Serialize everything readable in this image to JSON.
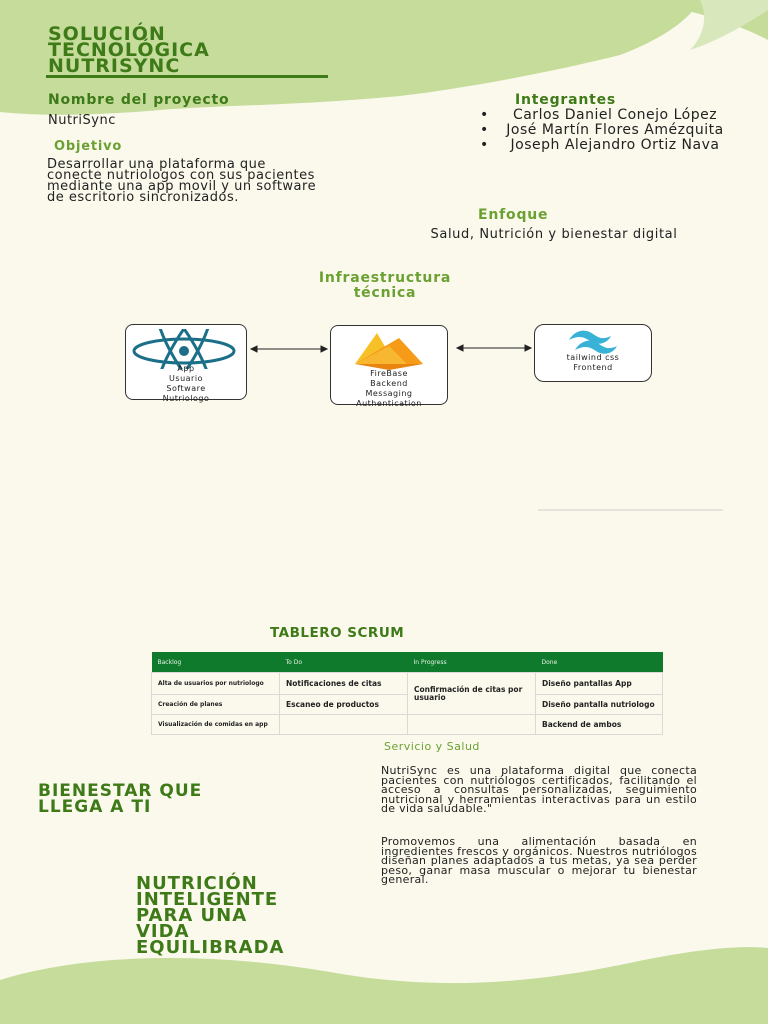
{
  "header": {
    "title_lines": [
      "SOLUCIÓN",
      "TECNOLÓGICA",
      "NUTRISYNC"
    ]
  },
  "project": {
    "heading": "Nombre del proyecto",
    "name": "NutriSync",
    "objective_heading": "Objetivo",
    "objective_text": "Desarrollar una plataforma que conecte nutriologos con sus pacientes mediante una app movil y un software de escritorio sincronizados."
  },
  "team": {
    "heading": "Integrantes",
    "members": [
      "Carlos Daniel Conejo López",
      "José Martín Flores Amézquita",
      "Joseph Alejandro Ortiz Nava"
    ]
  },
  "focus": {
    "heading": "Enfoque",
    "text": "Salud, Nutrición y bienestar digital"
  },
  "infra": {
    "heading_lines": [
      "Infraestructura",
      "técnica"
    ],
    "nodes": [
      {
        "icon": "react-icon",
        "lines": [
          "App",
          "Usuario",
          "Software",
          "Nutriologo"
        ]
      },
      {
        "icon": "firebase-icon",
        "lines": [
          "FireBase",
          "Backend",
          "Messaging",
          "Authentication"
        ]
      },
      {
        "icon": "tailwind-icon",
        "lines": [
          "tailwind css",
          "Frontend"
        ]
      }
    ]
  },
  "scrum": {
    "heading": "TABLERO SCRUM",
    "columns": [
      "Backlog",
      "To Do",
      "In Progress",
      "Done"
    ],
    "backlog": [
      "Alta de usuarios por nutriologo",
      "Creación de planes",
      "Visualización de comidas en app"
    ],
    "todo": [
      "Notificaciones de citas",
      "Escaneo de productos"
    ],
    "in_progress": [
      "Confirmación de citas por usuario"
    ],
    "done": [
      "Diseño pantallas App",
      "Diseño pantalla nutriologo",
      "Backend de ambos"
    ]
  },
  "service": {
    "heading": "Servicio y Salud",
    "paragraph1": "NutriSync es una plataforma digital que conecta pacientes con nutriólogos certificados, facilitando el acceso a consultas personalizadas, seguimiento nutricional y herramientas interactivas para un estilo de vida saludable.\"",
    "paragraph2": "Promovemos una alimentación basada en ingredientes frescos y orgánicos. Nuestros nutriólogos diseñan planes adaptados a tus metas, ya sea perder peso, ganar masa muscular o mejorar tu bienestar general."
  },
  "slogans": {
    "slogan1_lines": [
      "BIENESTAR QUE",
      "LLEGA A TI"
    ],
    "slogan2_lines": [
      "NUTRICIÓN",
      "INTELIGENTE",
      "PARA UNA",
      "VIDA",
      "EQUILIBRADA"
    ]
  },
  "colors": {
    "dark_green": "#3e7a18",
    "light_green": "#6ba132",
    "header_bg": "#c5dc9a",
    "table_header": "#0f7a2b",
    "page_bg": "#fbf9ec"
  }
}
